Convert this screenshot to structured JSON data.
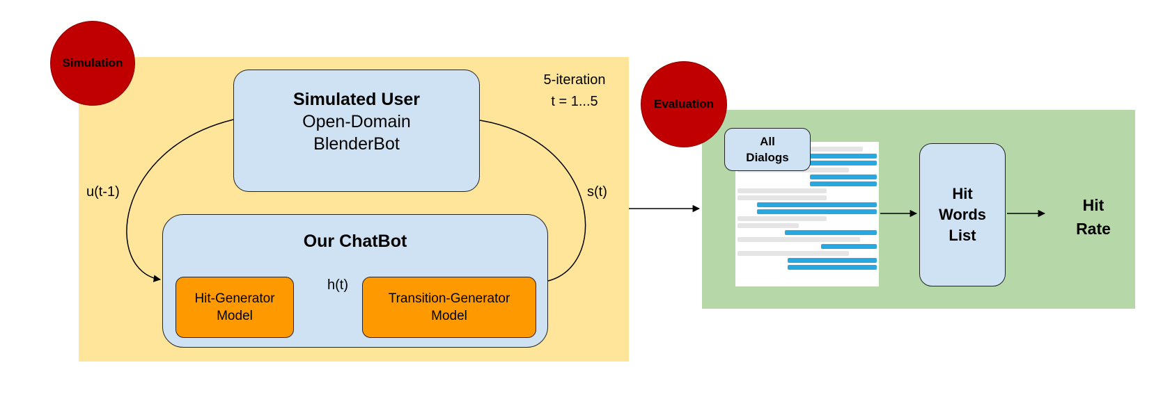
{
  "simulation": {
    "badge": "Simulation",
    "iteration_label": "5-iteration",
    "iteration_range": "t = 1...5",
    "simulated_user": {
      "title": "Simulated User",
      "line1": "Open-Domain",
      "line2": "BlenderBot"
    },
    "chatbot": {
      "title": "Our ChatBot",
      "hit_generator": "Hit-Generator\nModel",
      "transition_generator": "Transition-Generator\nModel"
    },
    "edge_user_to_bot": "u(t-1)",
    "edge_bot_to_user": "s(t)",
    "edge_hit_to_transition": "h(t)"
  },
  "evaluation": {
    "badge": "Evaluation",
    "all_dialogs": "All\nDialogs",
    "hit_words_list": "Hit\nWords\nList",
    "hit_rate": "Hit\nRate"
  },
  "colors": {
    "simulation_bg": "#ffe599",
    "evaluation_bg": "#b6d7a8",
    "badge": "#c00000",
    "box_blue": "#cfe2f3",
    "box_orange": "#ff9900",
    "chat_bubble": "#29a8e0"
  }
}
